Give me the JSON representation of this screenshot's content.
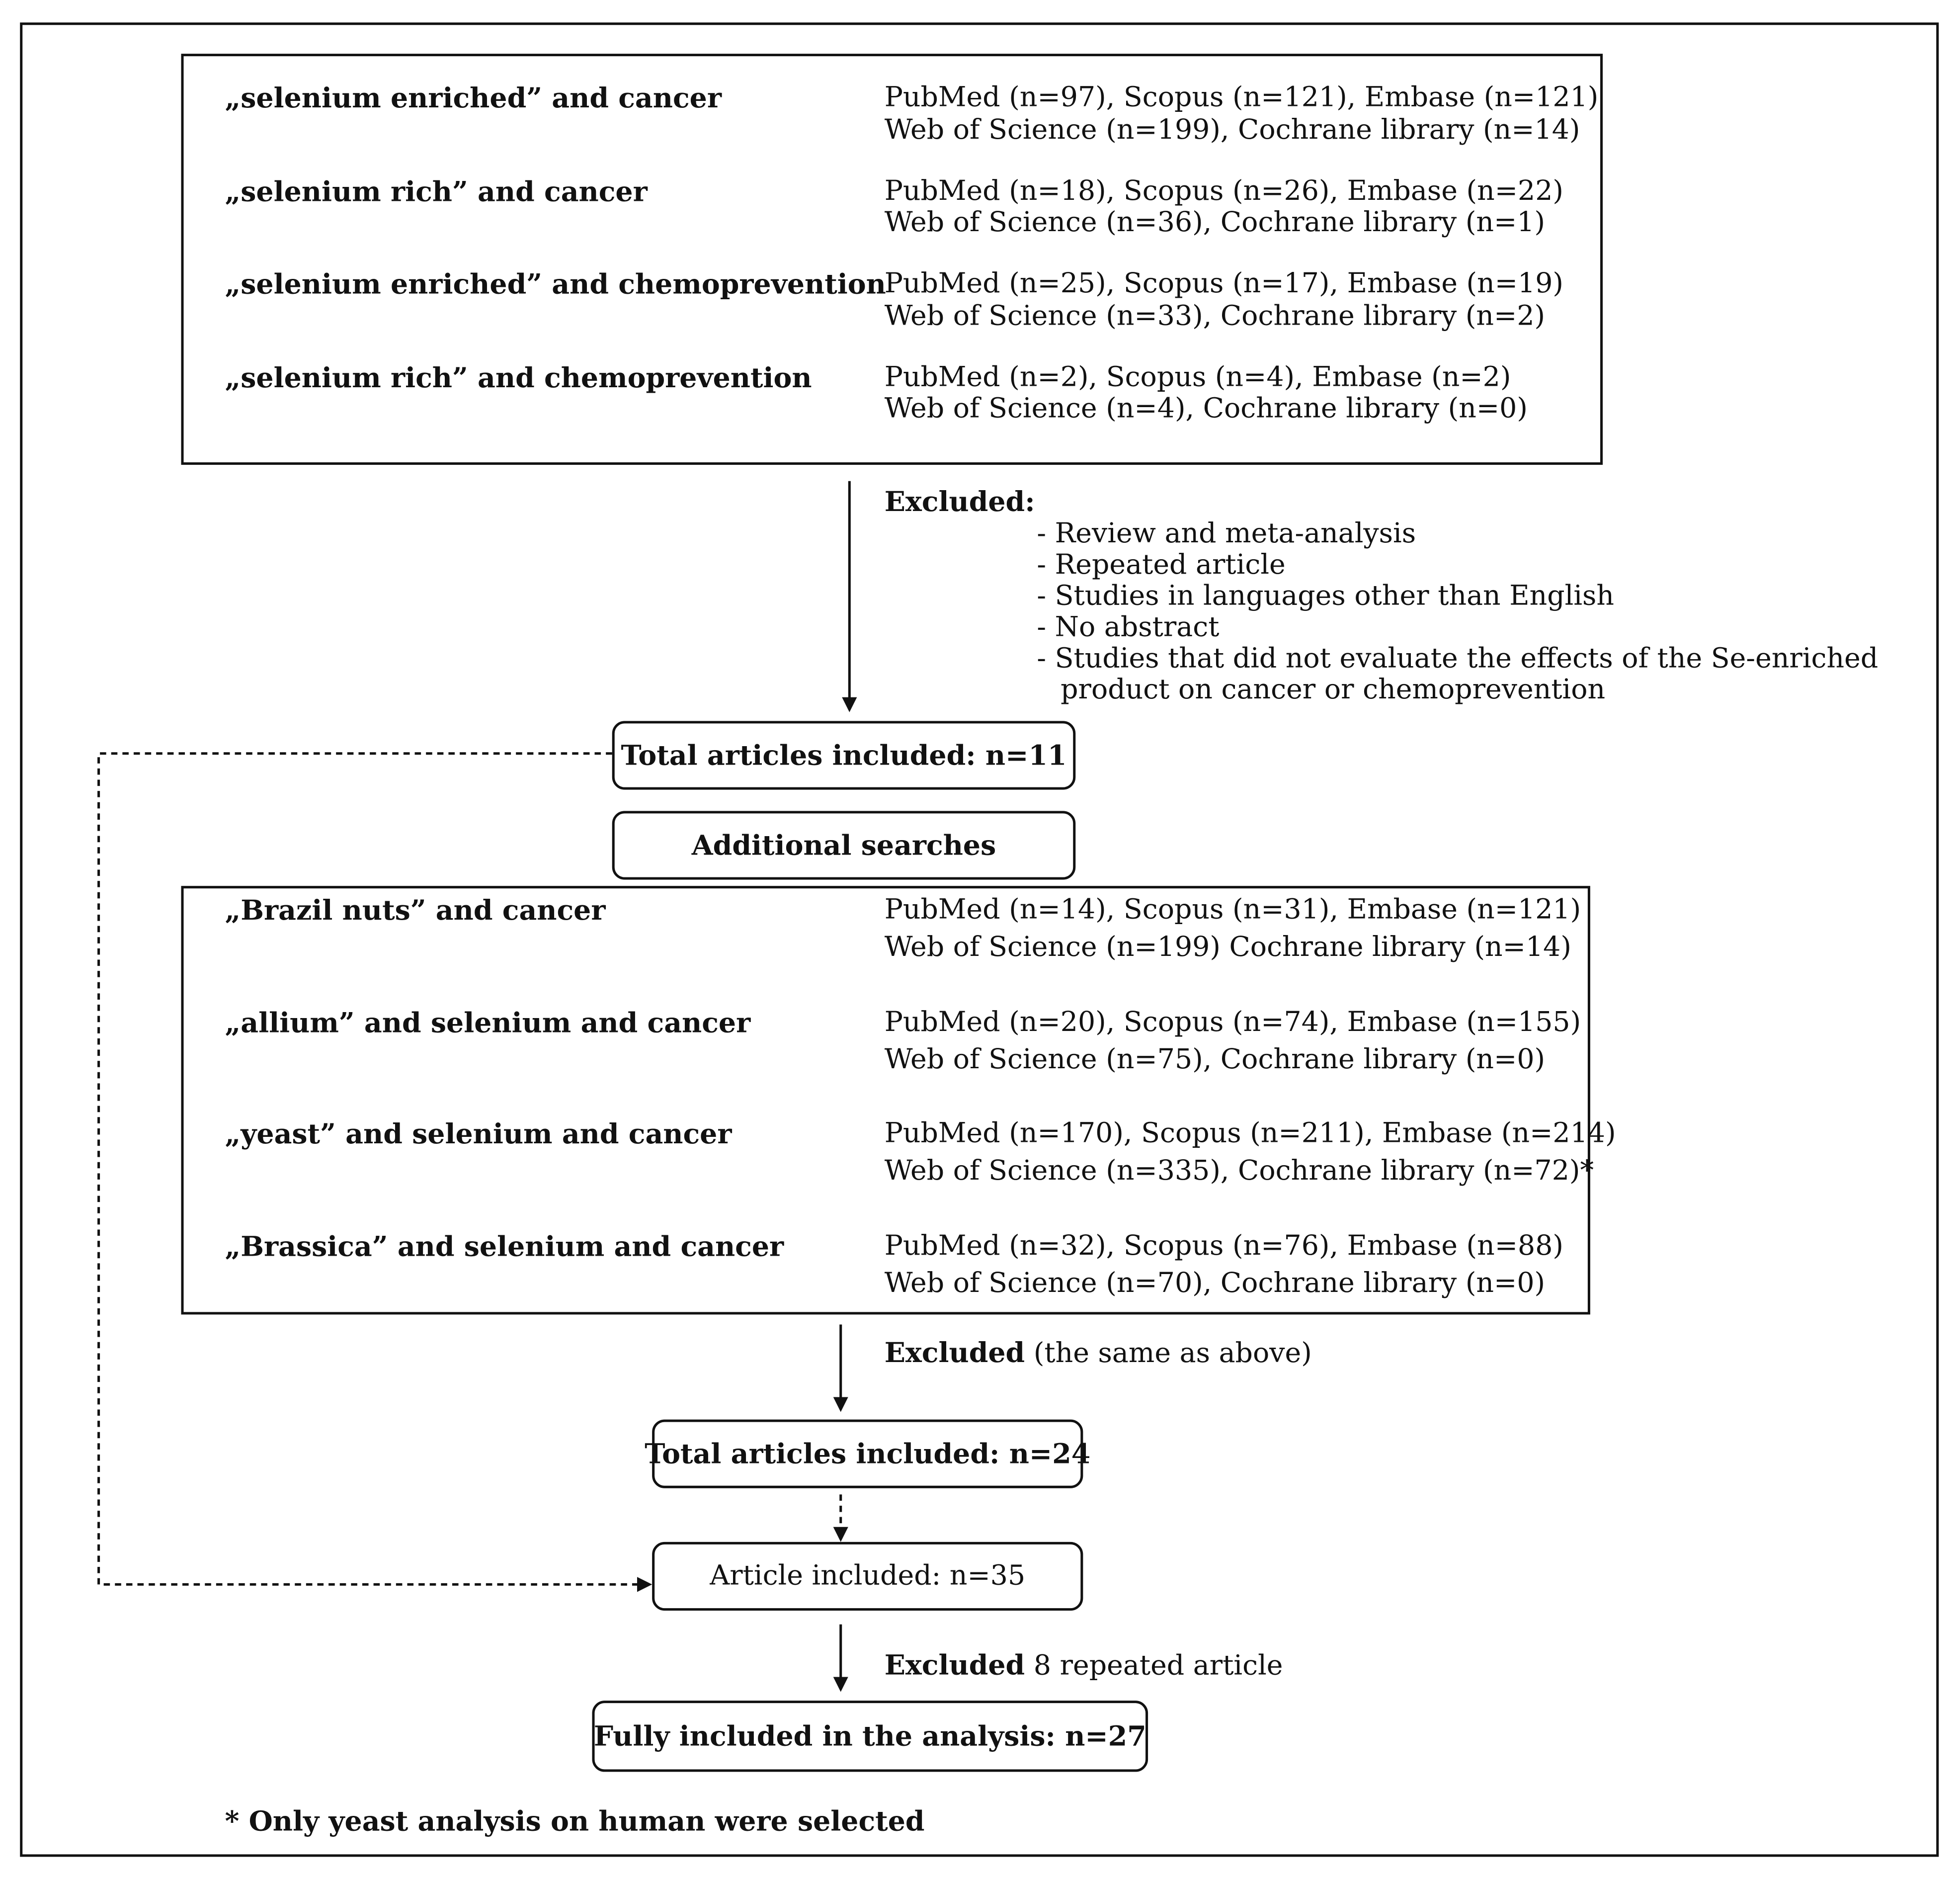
{
  "search1": {
    "rows": [
      {
        "query": "„selenium enriched” and cancer",
        "line1": "PubMed (n=97), Scopus (n=121), Embase (n=121)",
        "line2": "Web of Science (n=199), Cochrane library (n=14)"
      },
      {
        "query": "„selenium rich” and cancer",
        "line1": "PubMed (n=18), Scopus (n=26), Embase (n=22)",
        "line2": "Web of Science (n=36), Cochrane library (n=1)"
      },
      {
        "query": "„selenium enriched” and chemoprevention",
        "line1": "PubMed (n=25), Scopus (n=17), Embase (n=19)",
        "line2": "Web of Science (n=33), Cochrane library (n=2)"
      },
      {
        "query": "„selenium rich” and chemoprevention",
        "line1": "PubMed (n=2), Scopus (n=4), Embase (n=2)",
        "line2": "Web of Science (n=4), Cochrane library (n=0)"
      }
    ]
  },
  "excluded1": {
    "title": "Excluded:",
    "items": [
      "- Review and meta-analysis",
      "- Repeated article",
      "- Studies in languages other than English",
      "- No abstract",
      "- Studies that did not evaluate the effects of the Se-enriched"
    ],
    "continuation": "product on cancer or chemoprevention"
  },
  "total1": "Total articles included: n=11",
  "additional": "Additional searches",
  "search2": {
    "rows": [
      {
        "query": "„Brazil nuts” and cancer",
        "line1": "PubMed (n=14), Scopus (n=31), Embase (n=121)",
        "line2": "Web of Science (n=199) Cochrane library (n=14)"
      },
      {
        "query": "„allium” and selenium and cancer",
        "line1": "PubMed (n=20), Scopus (n=74), Embase (n=155)",
        "line2": "Web of Science (n=75), Cochrane library (n=0)"
      },
      {
        "query": "„yeast” and selenium and cancer",
        "line1": "PubMed (n=170), Scopus (n=211), Embase (n=214)",
        "line2": "Web of Science (n=335), Cochrane library (n=72)*"
      },
      {
        "query": "„Brassica” and selenium and cancer",
        "line1": "PubMed (n=32), Scopus (n=76), Embase (n=88)",
        "line2": "Web of Science (n=70), Cochrane library (n=0)"
      }
    ]
  },
  "excluded2": {
    "bold": "Excluded",
    "rest": " (the same as above)"
  },
  "total2": "Total articles included: n=24",
  "included": "Article included: n=35",
  "excluded3": {
    "bold": "Excluded",
    "rest": " 8 repeated article"
  },
  "final": "Fully included in the analysis: n=27",
  "footnote": "* Only yeast analysis on human were selected"
}
